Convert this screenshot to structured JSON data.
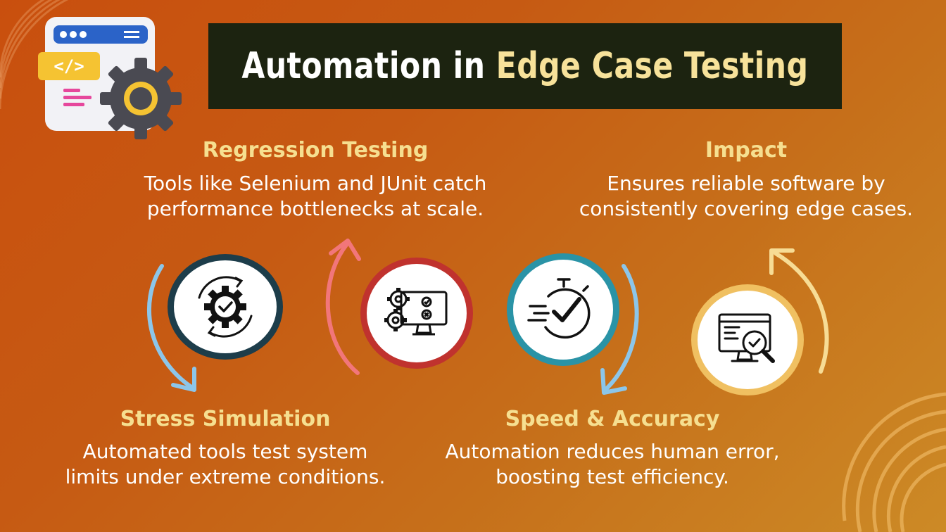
{
  "title": {
    "part1": "Automation in ",
    "part2": "Edge Case Testing"
  },
  "sections": {
    "regression": {
      "heading": "Regression Testing",
      "line1": "Tools like Selenium and JUnit catch",
      "line2": "performance bottlenecks at scale."
    },
    "impact": {
      "heading": "Impact",
      "line1": "Ensures reliable software by",
      "line2": "consistently covering edge cases."
    },
    "stress": {
      "heading": "Stress Simulation",
      "line1": "Automated tools test system",
      "line2": "limits under extreme conditions."
    },
    "speed": {
      "heading": "Speed & Accuracy",
      "line1": "Automation reduces human error,",
      "line2": "boosting test efficiency."
    }
  },
  "icons": {
    "app": "code-window-gear-icon",
    "stress": "gear-cycle-check-icon",
    "regression": "monitor-gears-icon",
    "speed": "stopwatch-check-icon",
    "impact": "monitor-magnifier-icon"
  },
  "colors": {
    "heading": "#f6df90",
    "title_accent": "#f7e29a",
    "title_bg": "#1c2310",
    "ring_stress": "#1d3d4a",
    "ring_regression": "#c0322e",
    "ring_speed": "#2a93a6",
    "ring_impact": "#f0c061",
    "arrow_blue": "#8cc6ea",
    "arrow_pink": "#f2767a",
    "arrow_cream": "#f7dc95"
  }
}
